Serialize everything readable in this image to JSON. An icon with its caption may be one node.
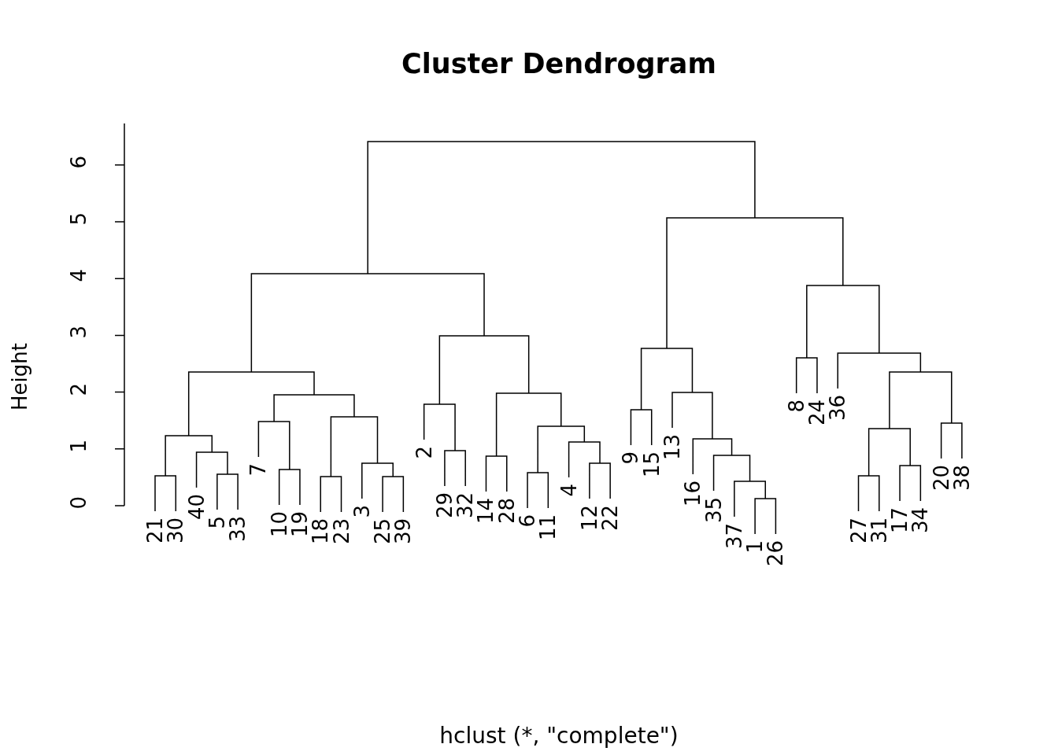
{
  "diagram": {
    "title": "Cluster Dendrogram",
    "caption": "hclust (*, \"complete\")",
    "labels": [
      "0",
      "1",
      "2",
      "3",
      "4",
      "5",
      "6",
      "Height",
      "21",
      "30",
      "40",
      "5",
      "33",
      "7",
      "10",
      "19",
      "18",
      "23",
      "3",
      "25",
      "39",
      "2",
      "29",
      "32",
      "14",
      "28",
      "6",
      "11",
      "4",
      "12",
      "22",
      "9",
      "15",
      "13",
      "16",
      "35",
      "37",
      "1",
      "26",
      "8",
      "24",
      "36",
      "27",
      "31",
      "17",
      "34",
      "20",
      "38"
    ]
  }
}
